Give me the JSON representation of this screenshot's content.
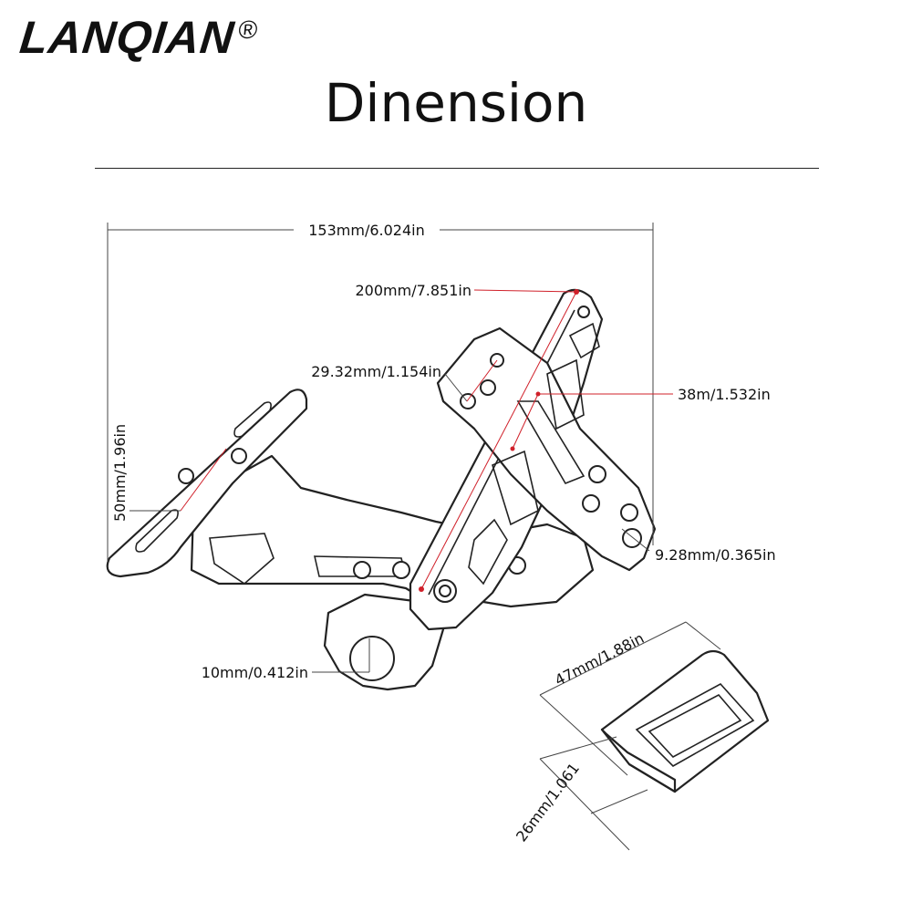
{
  "brand": {
    "name": "LANQIAN",
    "mark": "®"
  },
  "title": "Dinension",
  "dimensions": {
    "overall_width": "153mm/6.024in",
    "diagonal_length": "200mm/7.851in",
    "slot_spacing": "29.32mm/1.154in",
    "side_slot": "38m/1.532in",
    "plate_height": "50mm/1.96in",
    "small_hole": "9.28mm/0.365in",
    "clamp_hole": "10mm/0.412in",
    "block_length": "47mm/1.88in",
    "block_height": "26mm/1.061"
  },
  "colors": {
    "dimension_accent": "#d0202a",
    "line": "#222222"
  }
}
